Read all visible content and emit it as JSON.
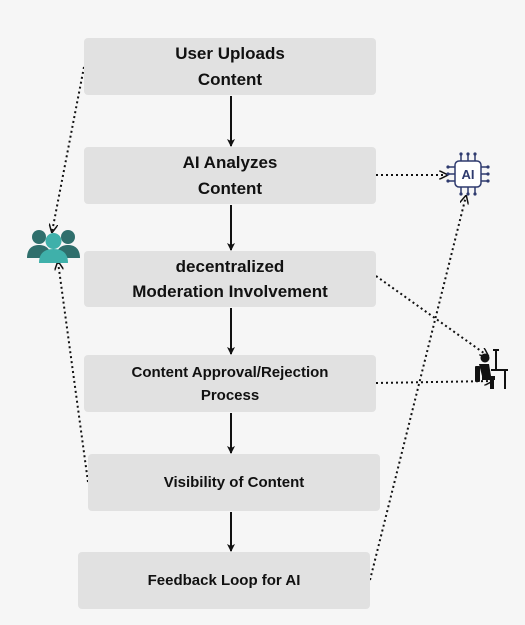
{
  "diagram": {
    "steps": [
      {
        "id": "upload",
        "label": "User Uploads\nContent"
      },
      {
        "id": "analyze",
        "label": "AI Analyzes\nContent"
      },
      {
        "id": "moderate",
        "label": "decentralized\nModeration Involvement"
      },
      {
        "id": "approve",
        "label": "Content Approval/Rejection\nProcess"
      },
      {
        "id": "visible",
        "label": "Visibility of Content"
      },
      {
        "id": "feedback",
        "label": "Feedback Loop for AI"
      }
    ],
    "actors": {
      "users_icon": "users-group-icon",
      "ai_icon": "ai-chip-icon",
      "ai_icon_text": "AI",
      "moderator_icon": "moderator-at-desk-icon"
    },
    "colors": {
      "box_fill": "#e1e1e1",
      "arrow": "#111111",
      "users": "#2a8a86",
      "ai": "#2e3a6e"
    }
  }
}
